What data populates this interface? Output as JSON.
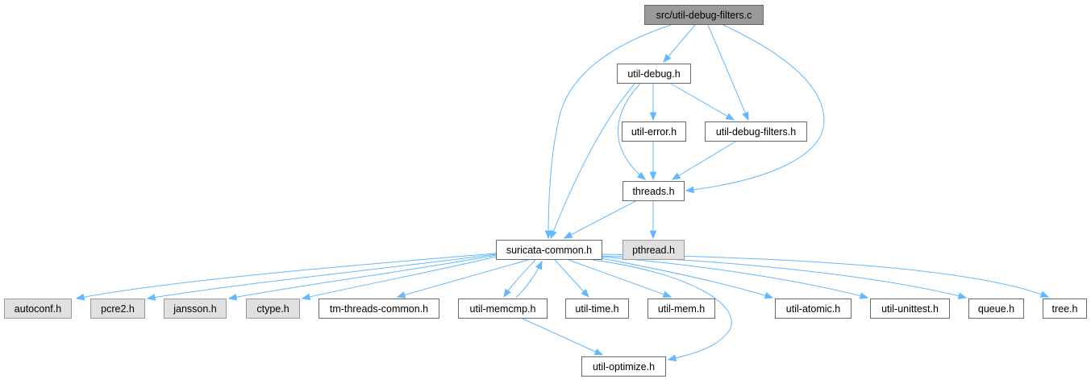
{
  "colors": {
    "root_fill": "#999999",
    "local_fill": "#ffffff",
    "system_fill": "#e0e0e0",
    "border": "#666666",
    "system_border": "#999999",
    "edge": "#63b8ff"
  },
  "nodes": [
    {
      "id": "root",
      "label": "src/util-debug-filters.c",
      "kind": "root"
    },
    {
      "id": "util_debug",
      "label": "util-debug.h",
      "kind": "local"
    },
    {
      "id": "util_error",
      "label": "util-error.h",
      "kind": "local"
    },
    {
      "id": "util_debug_filters",
      "label": "util-debug-filters.h",
      "kind": "local"
    },
    {
      "id": "threads",
      "label": "threads.h",
      "kind": "local"
    },
    {
      "id": "suricata_common",
      "label": "suricata-common.h",
      "kind": "local"
    },
    {
      "id": "pthread",
      "label": "pthread.h",
      "kind": "system"
    },
    {
      "id": "autoconf",
      "label": "autoconf.h",
      "kind": "system"
    },
    {
      "id": "pcre2",
      "label": "pcre2.h",
      "kind": "system"
    },
    {
      "id": "jansson",
      "label": "jansson.h",
      "kind": "system"
    },
    {
      "id": "ctype",
      "label": "ctype.h",
      "kind": "system"
    },
    {
      "id": "tm_threads_common",
      "label": "tm-threads-common.h",
      "kind": "local"
    },
    {
      "id": "util_memcmp",
      "label": "util-memcmp.h",
      "kind": "local"
    },
    {
      "id": "util_time",
      "label": "util-time.h",
      "kind": "local"
    },
    {
      "id": "util_mem",
      "label": "util-mem.h",
      "kind": "local"
    },
    {
      "id": "util_atomic",
      "label": "util-atomic.h",
      "kind": "local"
    },
    {
      "id": "util_unittest",
      "label": "util-unittest.h",
      "kind": "local"
    },
    {
      "id": "queue",
      "label": "queue.h",
      "kind": "local"
    },
    {
      "id": "tree",
      "label": "tree.h",
      "kind": "local"
    },
    {
      "id": "util_optimize",
      "label": "util-optimize.h",
      "kind": "local"
    }
  ],
  "edges": [
    {
      "from": "root",
      "to": "util_debug"
    },
    {
      "from": "root",
      "to": "util_debug_filters"
    },
    {
      "from": "root",
      "to": "threads"
    },
    {
      "from": "root",
      "to": "suricata_common"
    },
    {
      "from": "util_debug",
      "to": "util_error"
    },
    {
      "from": "util_debug",
      "to": "util_debug_filters"
    },
    {
      "from": "util_debug",
      "to": "threads"
    },
    {
      "from": "util_debug",
      "to": "suricata_common"
    },
    {
      "from": "util_error",
      "to": "threads"
    },
    {
      "from": "util_debug_filters",
      "to": "threads"
    },
    {
      "from": "threads",
      "to": "suricata_common"
    },
    {
      "from": "threads",
      "to": "pthread"
    },
    {
      "from": "suricata_common",
      "to": "autoconf"
    },
    {
      "from": "suricata_common",
      "to": "pcre2"
    },
    {
      "from": "suricata_common",
      "to": "jansson"
    },
    {
      "from": "suricata_common",
      "to": "ctype"
    },
    {
      "from": "suricata_common",
      "to": "tm_threads_common"
    },
    {
      "from": "suricata_common",
      "to": "util_memcmp"
    },
    {
      "from": "suricata_common",
      "to": "util_time"
    },
    {
      "from": "suricata_common",
      "to": "util_mem"
    },
    {
      "from": "suricata_common",
      "to": "util_optimize"
    },
    {
      "from": "suricata_common",
      "to": "util_atomic"
    },
    {
      "from": "suricata_common",
      "to": "util_unittest"
    },
    {
      "from": "suricata_common",
      "to": "queue"
    },
    {
      "from": "suricata_common",
      "to": "tree"
    },
    {
      "from": "util_memcmp",
      "to": "suricata_common"
    },
    {
      "from": "util_memcmp",
      "to": "util_optimize"
    }
  ]
}
